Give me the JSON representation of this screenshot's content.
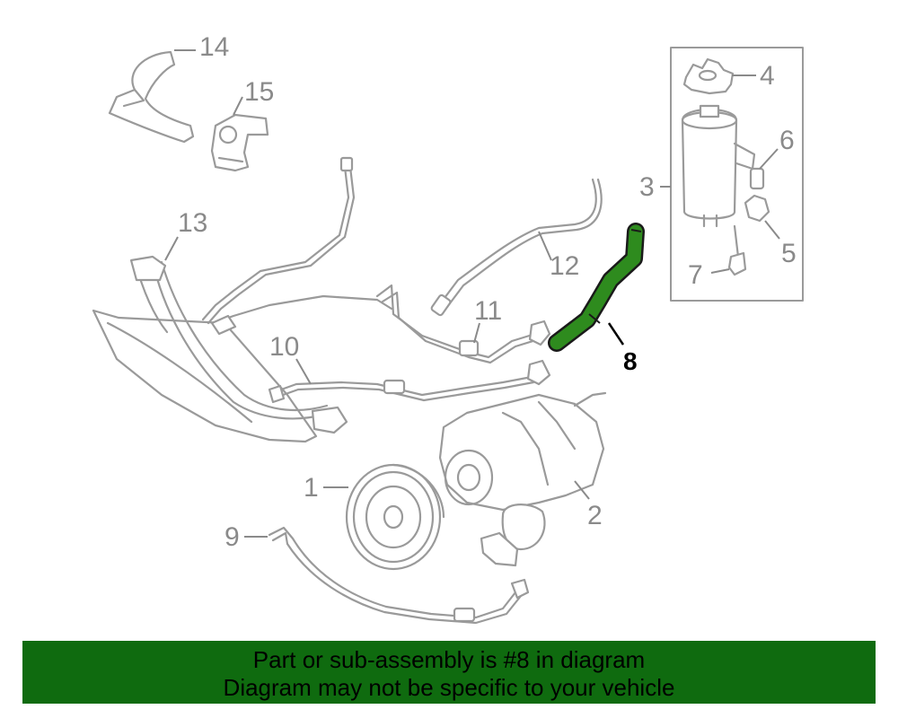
{
  "callouts": {
    "p1": "1",
    "p2": "2",
    "p3": "3",
    "p4": "4",
    "p5": "5",
    "p6": "6",
    "p7": "7",
    "p8": "8",
    "p9": "9",
    "p10": "10",
    "p11": "11",
    "p12": "12",
    "p13": "13",
    "p14": "14",
    "p15": "15"
  },
  "highlighted_part": "8",
  "colors": {
    "highlight": "#2e8b1e",
    "banner": "#0f6b0f",
    "line_art": "#9a9a9a"
  },
  "caption": {
    "line1": "Part or sub-assembly is #8 in diagram",
    "line2": "Diagram may not be specific to your vehicle"
  }
}
